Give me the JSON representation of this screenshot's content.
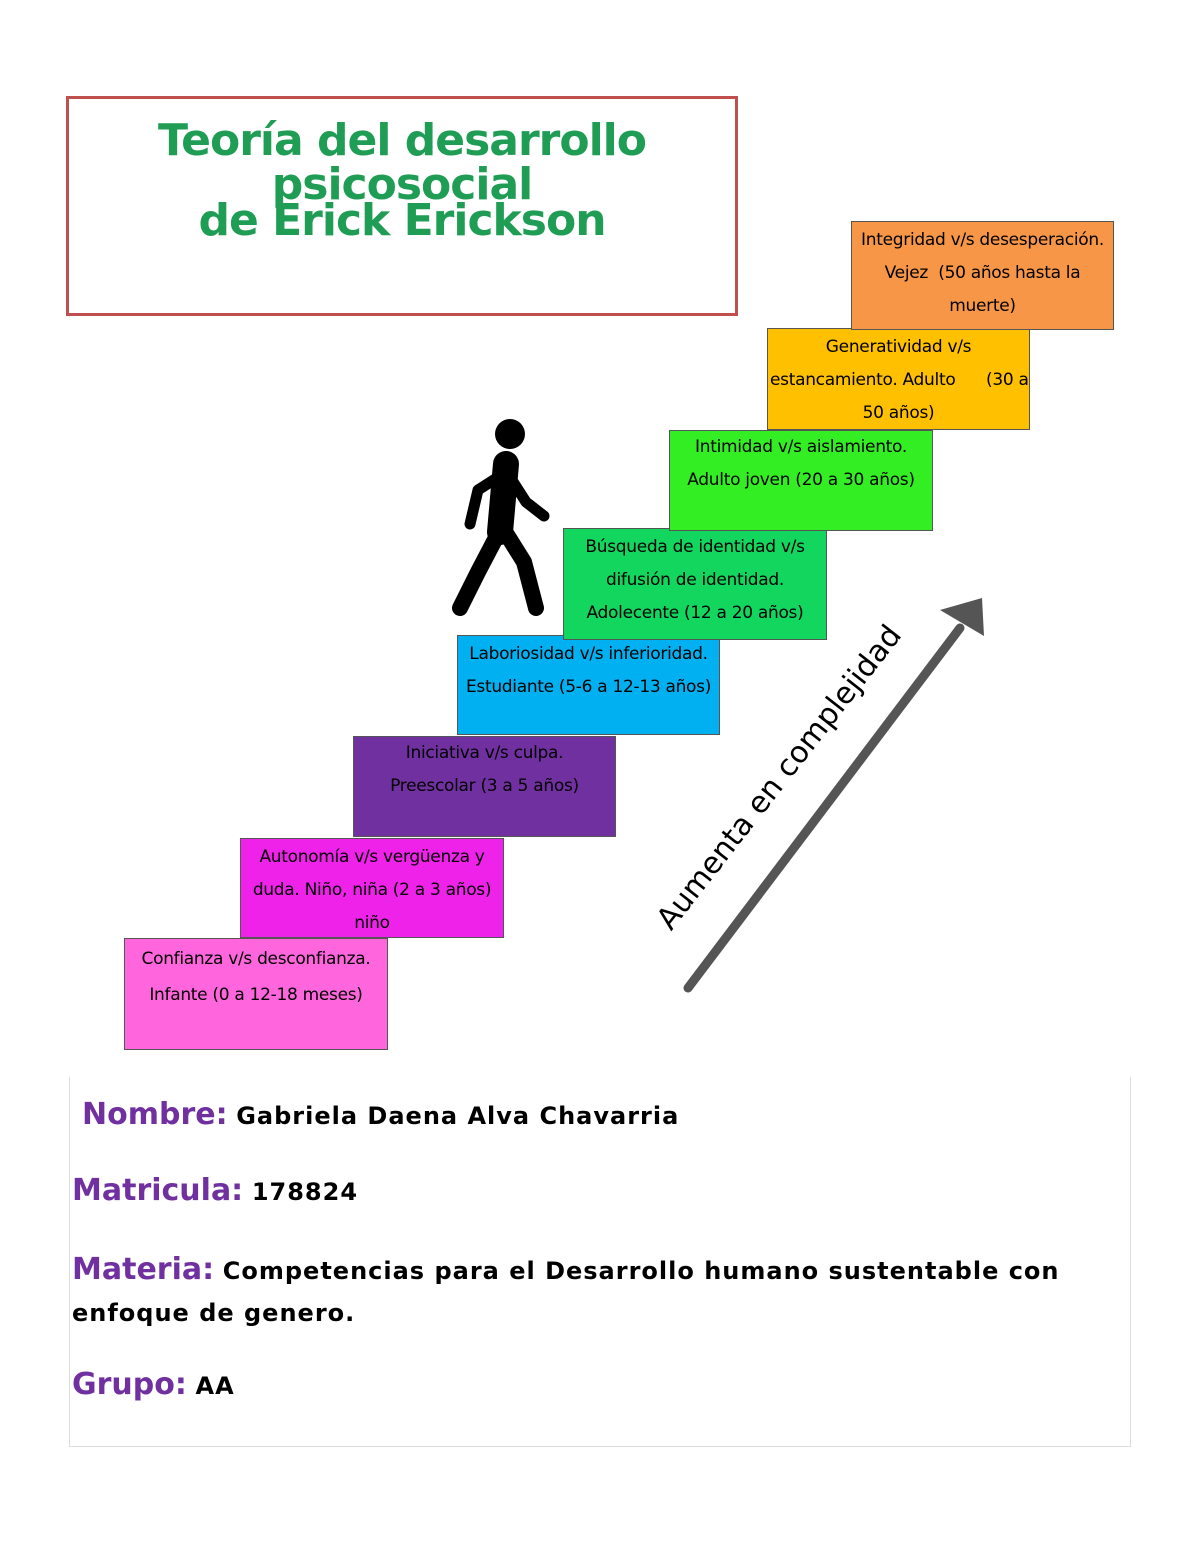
{
  "title": {
    "line1": "Teoría del desarrollo psicosocial",
    "line2": "de Erick Erickson"
  },
  "steps": [
    {
      "line1": "Confianza v/s desconfianza.",
      "line2": "Infante (0 a 12-18 meses)"
    },
    {
      "line1": "Autonomía v/s vergüenza y",
      "line2": "duda. Niño, niña (2 a 3 años)",
      "line3": "niño"
    },
    {
      "line1": "Iniciativa v/s culpa.",
      "line2": "Preescolar (3 a 5 años)"
    },
    {
      "line1": "Laboriosidad v/s inferioridad.",
      "line2": "Estudiante (5-6 a 12-13 años)"
    },
    {
      "line1": "Búsqueda de identidad v/s",
      "line2": "difusión de identidad.",
      "line3": "Adolecente (12 a 20 años)"
    },
    {
      "line1": "Intimidad v/s aislamiento.",
      "line2": "Adulto joven (20 a 30 años)"
    },
    {
      "line1": "Generatividad v/s",
      "line2": "estancamiento. Adulto      (30 a",
      "line3": "50 años)"
    },
    {
      "line1": "Integridad v/s desesperación.",
      "line2": "Vejez  (50 años hasta la",
      "line3": "muerte)"
    }
  ],
  "arrow": {
    "label": "Aumenta en complejidad",
    "color": "#555555"
  },
  "info": {
    "nombre_label": "Nombre:",
    "nombre": "Gabriela Daena Alva Chavarria",
    "matricula_label": "Matricula:",
    "matricula": "178824",
    "materia_label": "Materia:",
    "materia": "Competencias para el Desarrollo humano sustentable con enfoque de genero.",
    "grupo_label": "Grupo:",
    "grupo": "AA",
    "label_color": "#7030a0"
  }
}
